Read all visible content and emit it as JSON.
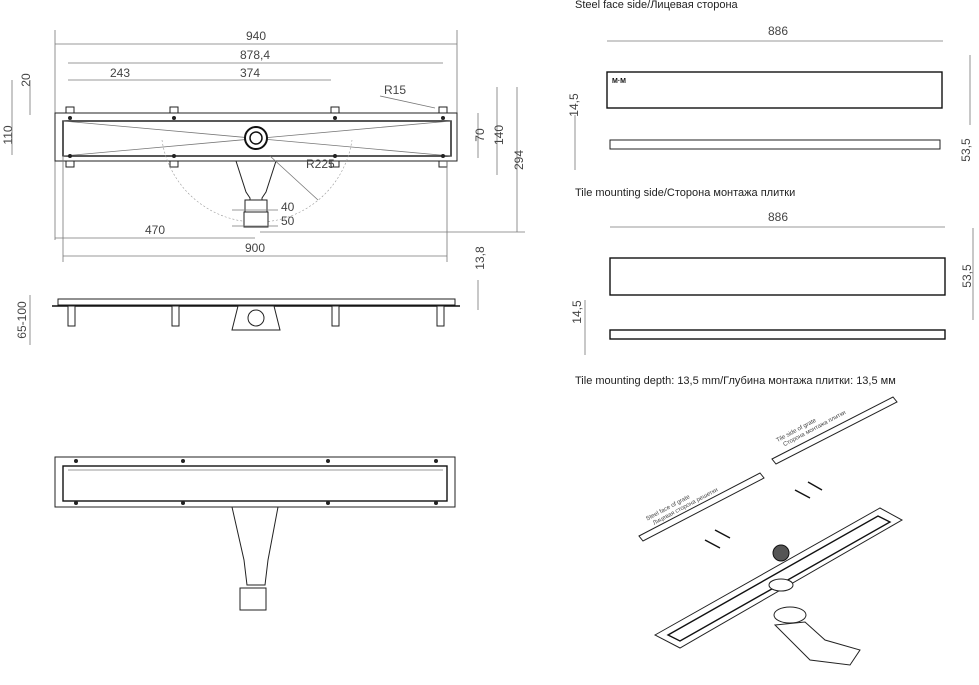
{
  "top_view": {
    "dims": {
      "total_length": "940",
      "inner_length": "878,4",
      "leg_spacing_1": "243",
      "leg_spacing_2": "374",
      "corner_radius": "R15",
      "height_20": "20",
      "height_110": "110",
      "height_70": "70",
      "height_140": "140",
      "height_294": "294",
      "swing_radius": "R225",
      "outlet_40": "40",
      "outlet_50": "50",
      "drain_offset": "470",
      "channel_length": "900",
      "flange_height": "13,8",
      "leg_height": "65-100"
    }
  },
  "steel_face": {
    "title": "Steel face side/Лицевая сторона",
    "length": "886",
    "thickness": "14,5",
    "width": "53,5"
  },
  "tile_side": {
    "title": "Tile mounting side/Сторона монтажа плитки",
    "length": "886",
    "width": "53,5",
    "thickness": "14,5"
  },
  "tile_depth_note": "Tile mounting depth: 13,5 mm/Глубина монтажа плитки: 13,5 мм",
  "isometric": {
    "tile_label_1": "Tile side of grate",
    "tile_label_2": "Сторона монтажа плитки",
    "steel_label_1": "Steel face of grate",
    "steel_label_2": "Лицевая сторона решетки"
  }
}
